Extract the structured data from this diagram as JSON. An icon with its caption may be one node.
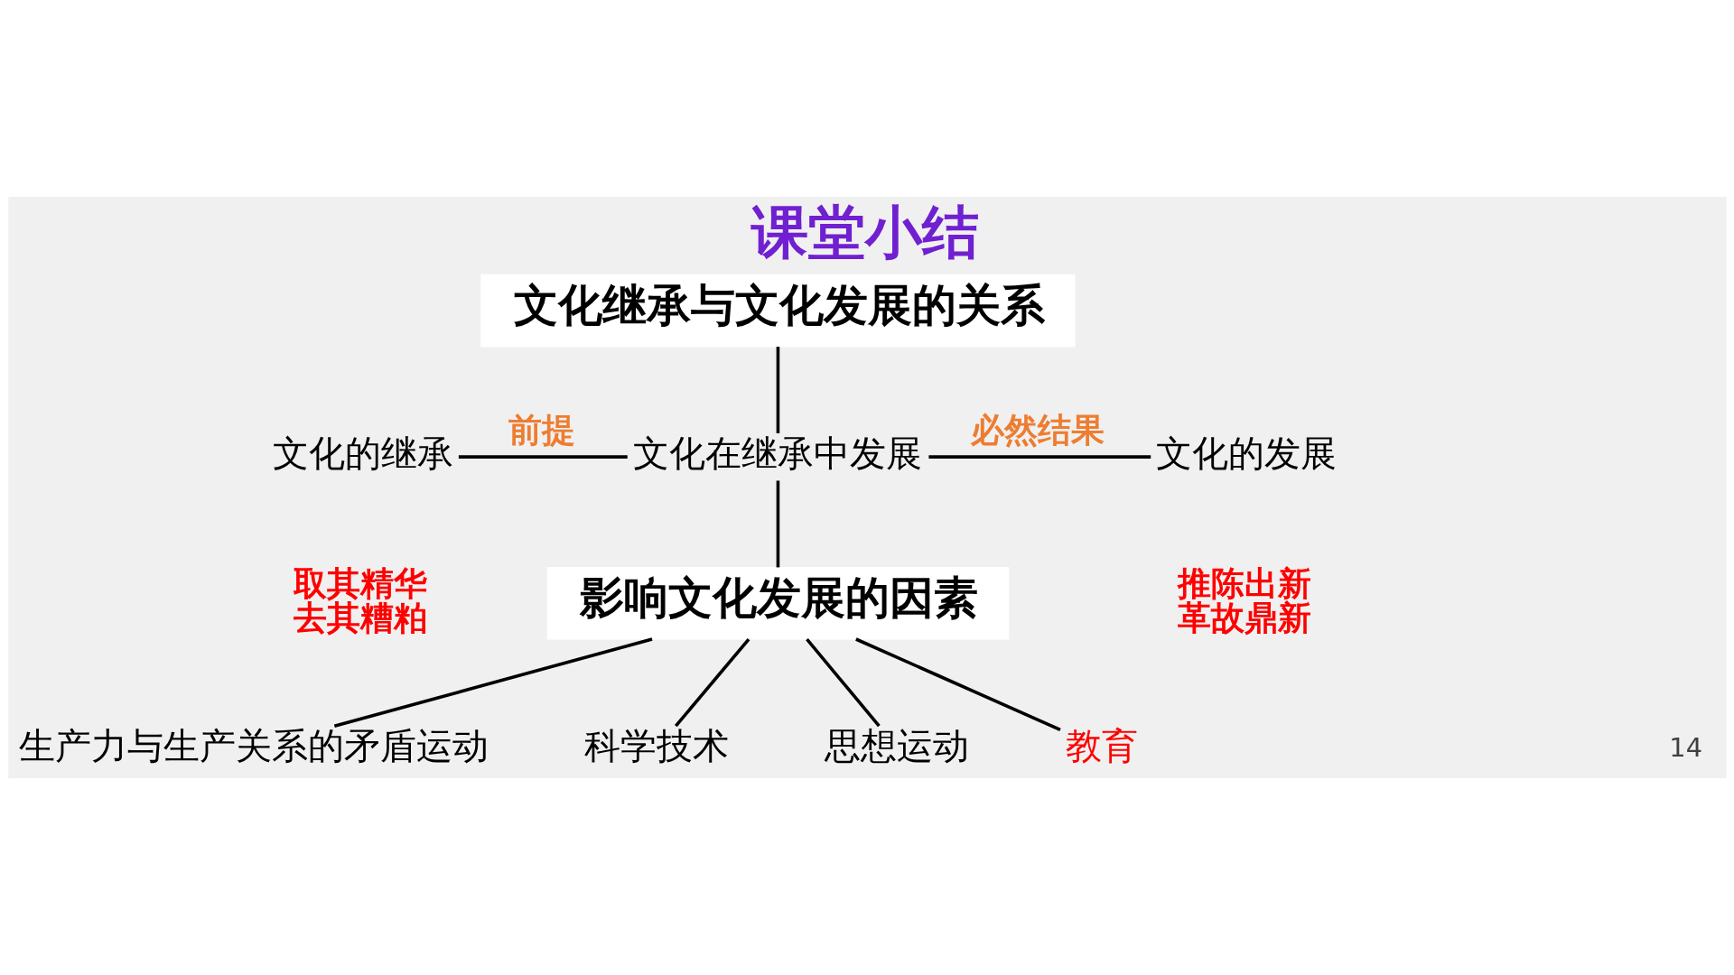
{
  "diagram": {
    "title": "课堂小结",
    "nodes": [
      {
        "text": [
          "文化继承与文化发展的关系"
        ]
      },
      {
        "text": [
          "文化的继承"
        ],
        "beside": [
          "取其精华",
          "去其糟粕"
        ]
      },
      {
        "text": [
          "文化在继承中发展"
        ]
      },
      {
        "text": [
          "文化的发展"
        ],
        "beside": [
          "推陈出新",
          "革故鼎新"
        ]
      },
      {
        "text": [
          "影响文化发展的因素"
        ]
      },
      {
        "text": [
          "生产力与生产关系的矛盾运动"
        ]
      },
      {
        "text": [
          "科学技术"
        ]
      },
      {
        "text": [
          "思想运动"
        ]
      },
      {
        "text": [
          "教育"
        ]
      }
    ],
    "edges": [
      {
        "from": 0,
        "to": 2,
        "arrow": "none"
      },
      {
        "from": 1,
        "to": 2,
        "label": "前提",
        "arrow": "none"
      },
      {
        "from": 2,
        "to": 3,
        "label": "必然结果",
        "arrow": "none"
      },
      {
        "from": 2,
        "to": 4,
        "arrow": "none"
      },
      {
        "from": 4,
        "to": 5,
        "arrow": "none"
      },
      {
        "from": 4,
        "to": 6,
        "arrow": "none"
      },
      {
        "from": 4,
        "to": 7,
        "arrow": "none"
      },
      {
        "from": 4,
        "to": 8,
        "arrow": "none"
      }
    ],
    "labels": [
      "14"
    ]
  }
}
